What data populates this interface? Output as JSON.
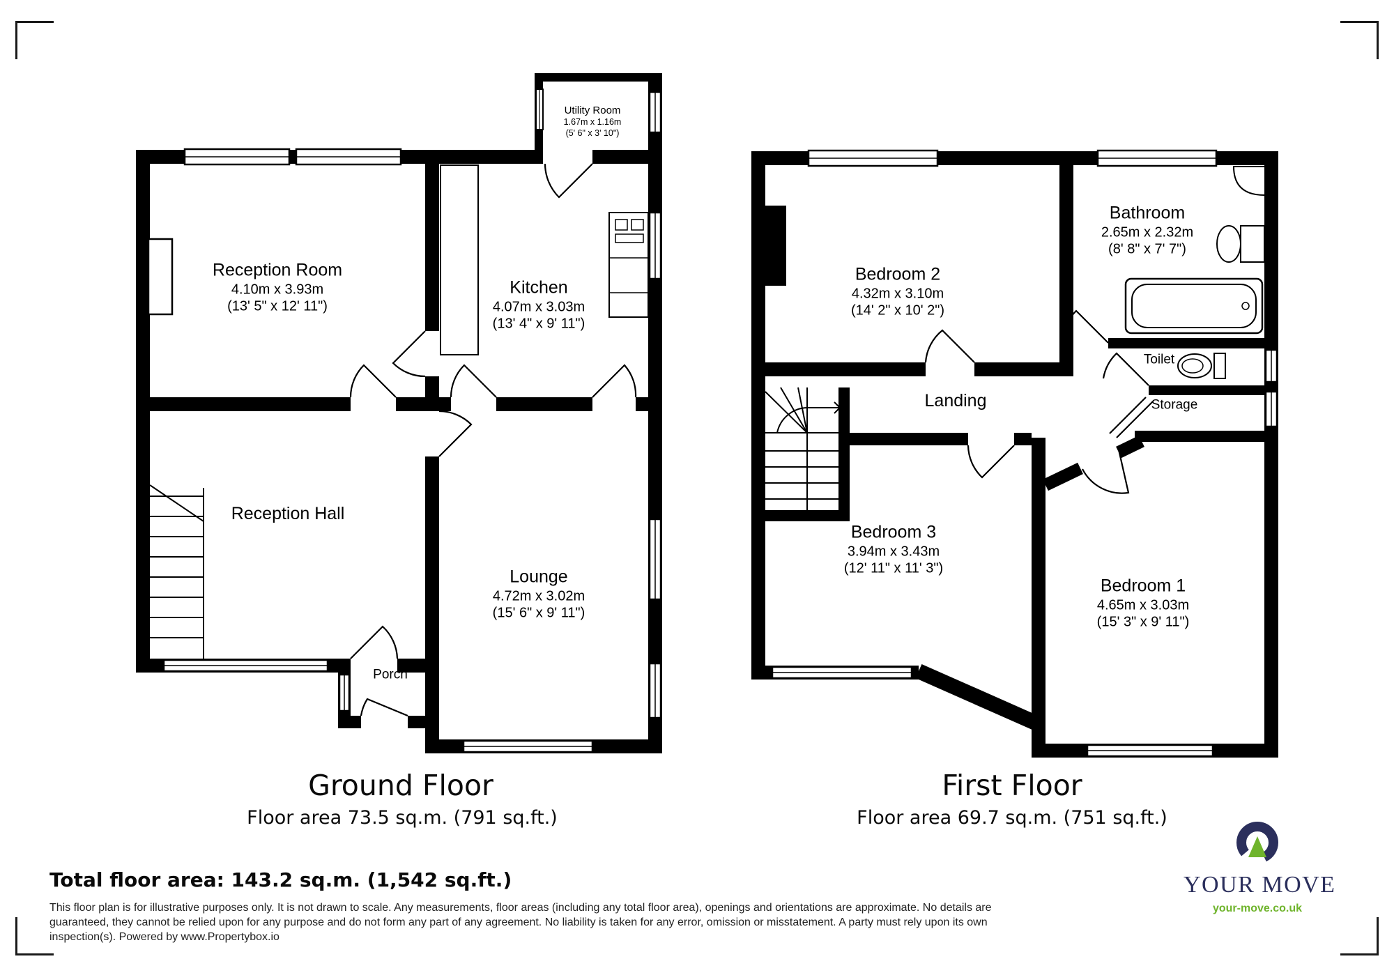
{
  "ground_floor": {
    "caption": "Ground Floor",
    "area_line": "Floor area 73.5 sq.m. (791 sq.ft.)",
    "rooms": {
      "utility_room": {
        "name": "Utility Room",
        "metric": "1.67m x 1.16m",
        "imperial": "(5' 6\" x 3' 10\")"
      },
      "reception_room": {
        "name": "Reception Room",
        "metric": "4.10m x 3.93m",
        "imperial": "(13' 5\" x 12' 11\")"
      },
      "kitchen": {
        "name": "Kitchen",
        "metric": "4.07m x 3.03m",
        "imperial": "(13' 4\" x 9' 11\")"
      },
      "reception_hall": {
        "name": "Reception Hall"
      },
      "lounge": {
        "name": "Lounge",
        "metric": "4.72m x 3.02m",
        "imperial": "(15' 6\" x 9' 11\")"
      },
      "porch": {
        "name": "Porch"
      }
    }
  },
  "first_floor": {
    "caption": "First Floor",
    "area_line": "Floor area 69.7 sq.m. (751 sq.ft.)",
    "rooms": {
      "bedroom_2": {
        "name": "Bedroom 2",
        "metric": "4.32m x 3.10m",
        "imperial": "(14' 2\" x 10' 2\")"
      },
      "bathroom": {
        "name": "Bathroom",
        "metric": "2.65m x 2.32m",
        "imperial": "(8' 8\" x 7' 7\")"
      },
      "toilet": {
        "name": "Toilet"
      },
      "storage": {
        "name": "Storage"
      },
      "landing": {
        "name": "Landing"
      },
      "bedroom_3": {
        "name": "Bedroom 3",
        "metric": "3.94m x 3.43m",
        "imperial": "(12' 11\" x 11' 3\")"
      },
      "bedroom_1": {
        "name": "Bedroom 1",
        "metric": "4.65m x 3.03m",
        "imperial": "(15' 3\" x 9' 11\")"
      }
    }
  },
  "summary": {
    "total_area": "Total floor area: 143.2 sq.m. (1,542 sq.ft.)"
  },
  "disclaimer": "This floor plan is for illustrative purposes only. It is not drawn to scale. Any measurements, floor areas (including any total floor area), openings and orientations are approximate. No details are guaranteed, they cannot be relied upon for any purpose and do not form any part of any agreement. No liability is taken for any error, omission or misstatement. A party must rely upon its own inspection(s). Powered by www.Propertybox.io",
  "logo": {
    "brand": "YOUR MOVE",
    "website": "your-move.co.uk"
  },
  "colors": {
    "wall": "#000000",
    "logo_navy": "#2b2f5c",
    "logo_green": "#6fb42c"
  }
}
